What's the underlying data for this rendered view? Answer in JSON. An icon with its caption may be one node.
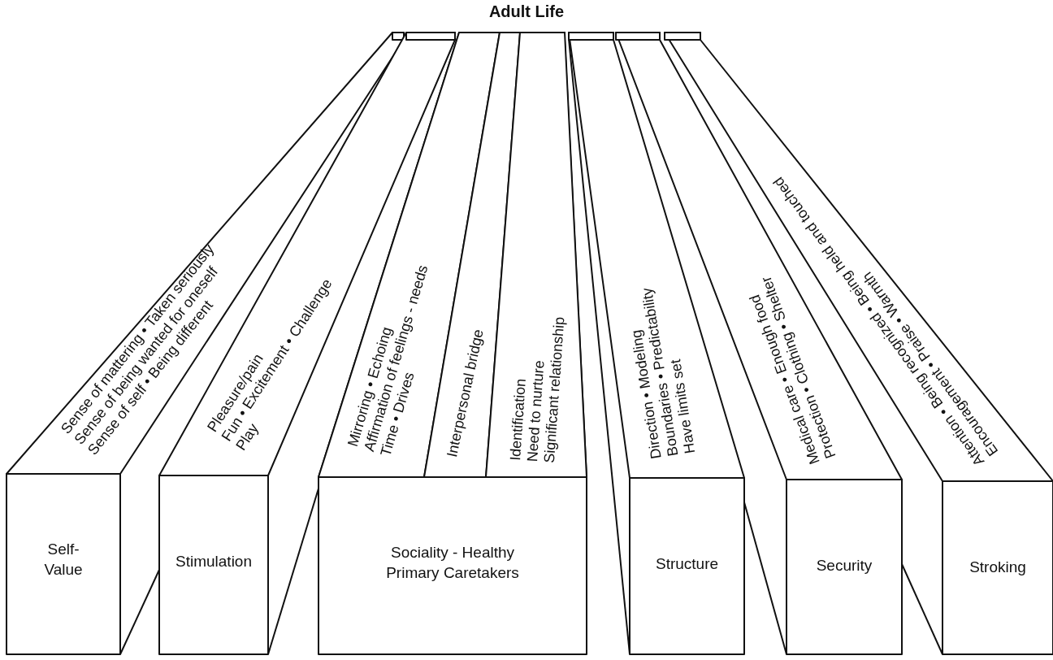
{
  "diagram": {
    "title": "Adult Life",
    "nodes": [
      {
        "text": [
          "Self-Value",
          "Sense of mattering • Taken seriously",
          "Sense of being wanted for oneself",
          "Sense of self • Being different"
        ]
      },
      {
        "text": [
          "Stimulation",
          "Pleasure/pain",
          "Fun • Excitement • Challenge",
          "Play"
        ]
      },
      {
        "text": [
          "Sociality - Healthy Primary Caretakers"
        ]
      },
      {
        "text": [
          "Mirroring • Echoing",
          "Affirmation of feelings - needs",
          "Time • Drives"
        ],
        "in": 2
      },
      {
        "text": [
          "Interpersonal bridge"
        ],
        "in": 2
      },
      {
        "text": [
          "Identification",
          "Need to nurture",
          "Significant relationship"
        ],
        "in": 2
      },
      {
        "text": [
          "Structure",
          "Direction • Modeling",
          "Boundaries • Predictability",
          "Have limits set"
        ]
      },
      {
        "text": [
          "Security",
          "Medical care • Enough food",
          "Protection • Clothing • Shelter"
        ]
      },
      {
        "text": [
          "Stroking",
          "Attention • Being recognized • Being held and touched",
          "Encouragement • Praise • Warmth"
        ]
      }
    ]
  }
}
